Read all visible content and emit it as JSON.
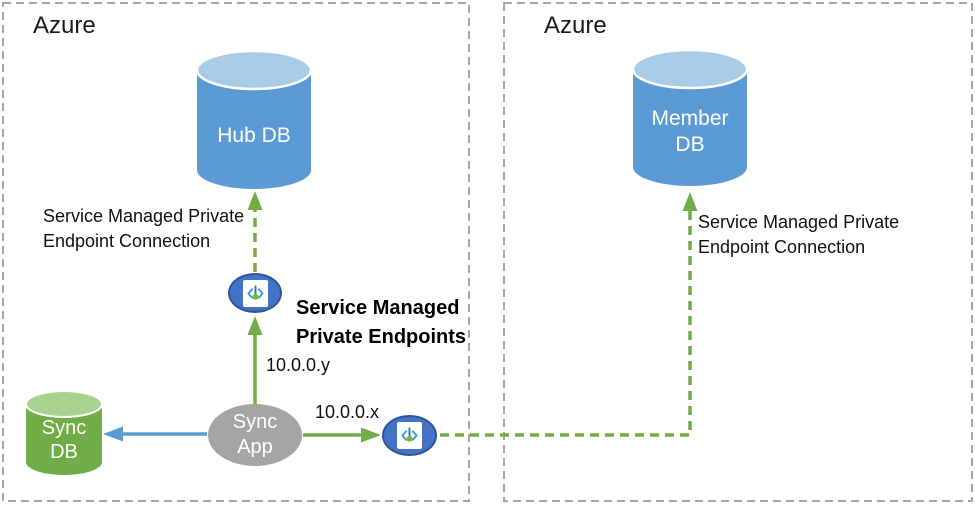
{
  "regions": {
    "left_title": "Azure",
    "right_title": "Azure"
  },
  "nodes": {
    "hub_db": {
      "label": "Hub DB",
      "type": "database"
    },
    "member_db": {
      "line1": "Member",
      "line2": "DB",
      "type": "database"
    },
    "sync_db": {
      "line1": "Sync",
      "line2": "DB",
      "type": "database"
    },
    "sync_app": {
      "line1": "Sync",
      "line2": "App",
      "type": "app"
    },
    "private_endpoint_hub": {
      "icon": "private-endpoint-icon"
    },
    "private_endpoint_member": {
      "icon": "private-endpoint-icon"
    }
  },
  "labels": {
    "left_connection": {
      "line1": "Service Managed Private",
      "line2": "Endpoint Connection"
    },
    "right_connection": {
      "line1": "Service Managed Private",
      "line2": "Endpoint Connection"
    },
    "endpoints_title": {
      "line1": "Service Managed",
      "line2": "Private Endpoints"
    },
    "ip_hub": "10.0.0.y",
    "ip_member": "10.0.0.x"
  },
  "colors": {
    "arrow_green": "#70AD47",
    "arrow_blue": "#5B9BD5",
    "db_blue_body": "#5B9BD5",
    "db_blue_top": "#A8CBE8",
    "db_green_body": "#70AD47",
    "db_green_top": "#A9D18E",
    "endpoint_fill": "#4472C4",
    "endpoint_border": "#2F5597",
    "app_gray": "#A5A5A5",
    "region_border": "#A6A6A6",
    "icon_chevron_blue": "#35A0DB",
    "icon_dot_green": "#76B82A",
    "text": "#111111"
  }
}
